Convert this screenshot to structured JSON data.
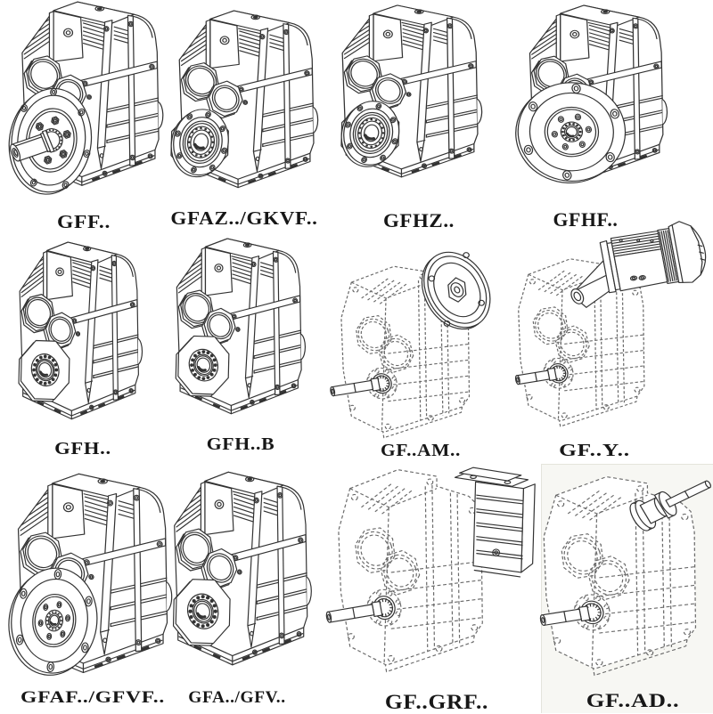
{
  "page": {
    "background_color": "#ffffff",
    "panel_color": "#f7f7f3"
  },
  "drawing": {
    "line_color": "#333333",
    "phantom_line_color": "#6b6b6b",
    "fill_color": "#ffffff"
  },
  "catalog": {
    "products": [
      {
        "id": "gff",
        "label": "GFF..",
        "style": "solid",
        "output": "flange-shaft",
        "accessory": "none"
      },
      {
        "id": "gfaz-gkvf",
        "label": "GFAZ../GKVF..",
        "style": "solid",
        "output": "flange-small-bore",
        "accessory": "none"
      },
      {
        "id": "gfhz",
        "label": "GFHZ..",
        "style": "solid",
        "output": "flange-small-bore",
        "accessory": "none"
      },
      {
        "id": "gfhf",
        "label": "GFHF..",
        "style": "solid",
        "output": "flange-large-bore",
        "accessory": "none"
      },
      {
        "id": "gfh",
        "label": "GFH..",
        "style": "solid",
        "output": "hub",
        "accessory": "none"
      },
      {
        "id": "gfh-b",
        "label": "GFH..B",
        "style": "solid",
        "output": "hub",
        "accessory": "none"
      },
      {
        "id": "gf-am",
        "label": "GF..AM..",
        "style": "phantom",
        "output": "shaft",
        "accessory": "adapter-flange"
      },
      {
        "id": "gf-y",
        "label": "GF..Y..",
        "style": "phantom",
        "output": "shaft",
        "accessory": "motor"
      },
      {
        "id": "gfaf-gfvf",
        "label": "GFAF../GFVF..",
        "style": "solid",
        "output": "flange-large-bore",
        "accessory": "none"
      },
      {
        "id": "gfa-gfv",
        "label": "GFA../GFV..",
        "style": "solid",
        "output": "hub",
        "accessory": "none"
      },
      {
        "id": "gf-grf",
        "label": "GF..GRF..",
        "style": "phantom",
        "output": "shaft",
        "accessory": "primary-gear-unit"
      },
      {
        "id": "gf-ad",
        "label": "GF..AD..",
        "style": "phantom",
        "output": "shaft",
        "accessory": "input-shaft-adapter"
      }
    ]
  }
}
